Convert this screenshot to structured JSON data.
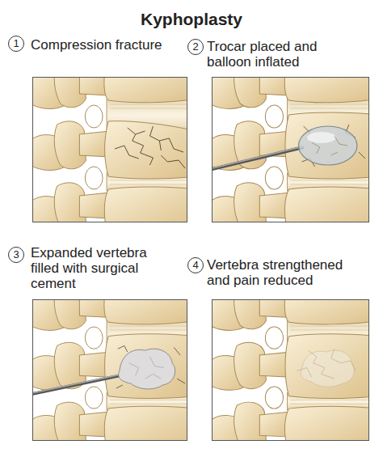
{
  "diagram": {
    "title": "Kyphoplasty",
    "nodes": [
      {
        "text": [
          "Compression fracture"
        ]
      },
      {
        "text": [
          "Trocar placed and balloon inflated"
        ]
      },
      {
        "text": [
          "Expanded vertebra filled with surgical cement"
        ]
      },
      {
        "text": [
          "Vertebra strengthened and pain reduced"
        ]
      }
    ],
    "labels": [
      "1",
      "2",
      "3",
      "4"
    ]
  }
}
